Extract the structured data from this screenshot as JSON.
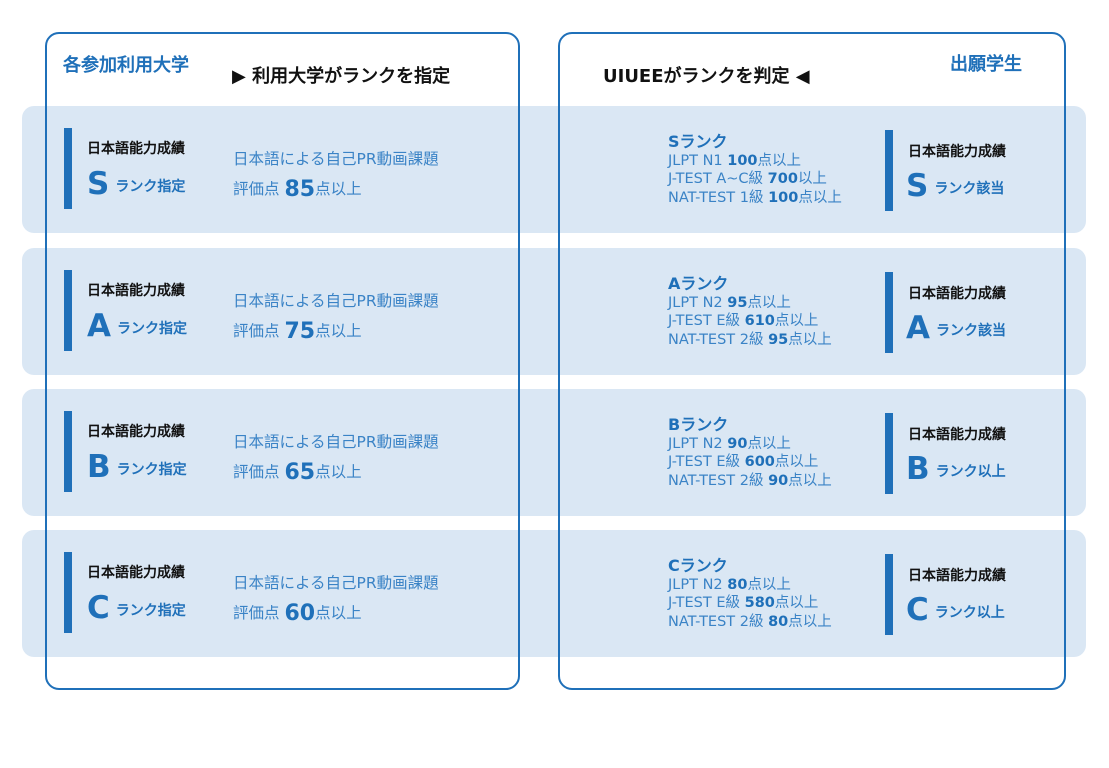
{
  "left": {
    "title": "各参加利用大学",
    "heading": "▶ 利用大学がランクを指定"
  },
  "right": {
    "title": "出願学生",
    "heading": "UIUEEがランクを判定 ◀"
  },
  "rows": [
    {
      "label": "日本語能力成績",
      "rank": "S",
      "left_suffix": "ランク指定",
      "desc": "日本語による自己PR動画課題",
      "score_prefix": "評価点",
      "score": "85",
      "score_suffix": "点以上",
      "req_title": "Sランク",
      "req": [
        {
          "pre": "JLPT N1 ",
          "num": "100",
          "post": "点以上"
        },
        {
          "pre": "J-TEST A~C級 ",
          "num": "700",
          "post": "以上"
        },
        {
          "pre": "NAT-TEST 1級 ",
          "num": "100",
          "post": "点以上"
        }
      ],
      "right_suffix": "ランク該当"
    },
    {
      "label": "日本語能力成績",
      "rank": "A",
      "left_suffix": "ランク指定",
      "desc": "日本語による自己PR動画課題",
      "score_prefix": "評価点",
      "score": "75",
      "score_suffix": "点以上",
      "req_title": "Aランク",
      "req": [
        {
          "pre": "JLPT N2 ",
          "num": "95",
          "post": "点以上"
        },
        {
          "pre": "J-TEST E級 ",
          "num": "610",
          "post": "点以上"
        },
        {
          "pre": "NAT-TEST 2級 ",
          "num": "95",
          "post": "点以上"
        }
      ],
      "right_suffix": "ランク該当"
    },
    {
      "label": "日本語能力成績",
      "rank": "B",
      "left_suffix": "ランク指定",
      "desc": "日本語による自己PR動画課題",
      "score_prefix": "評価点",
      "score": "65",
      "score_suffix": "点以上",
      "req_title": "Bランク",
      "req": [
        {
          "pre": "JLPT N2 ",
          "num": "90",
          "post": "点以上"
        },
        {
          "pre": "J-TEST E級 ",
          "num": "600",
          "post": "点以上"
        },
        {
          "pre": "NAT-TEST 2級 ",
          "num": "90",
          "post": "点以上"
        }
      ],
      "right_suffix": "ランク以上"
    },
    {
      "label": "日本語能力成績",
      "rank": "C",
      "left_suffix": "ランク指定",
      "desc": "日本語による自己PR動画課題",
      "score_prefix": "評価点",
      "score": "60",
      "score_suffix": "点以上",
      "req_title": "Cランク",
      "req": [
        {
          "pre": "JLPT N2 ",
          "num": "80",
          "post": "点以上"
        },
        {
          "pre": "J-TEST E級 ",
          "num": "580",
          "post": "点以上"
        },
        {
          "pre": "NAT-TEST 2級 ",
          "num": "80",
          "post": "点以上"
        }
      ],
      "right_suffix": "ランク以上"
    }
  ]
}
